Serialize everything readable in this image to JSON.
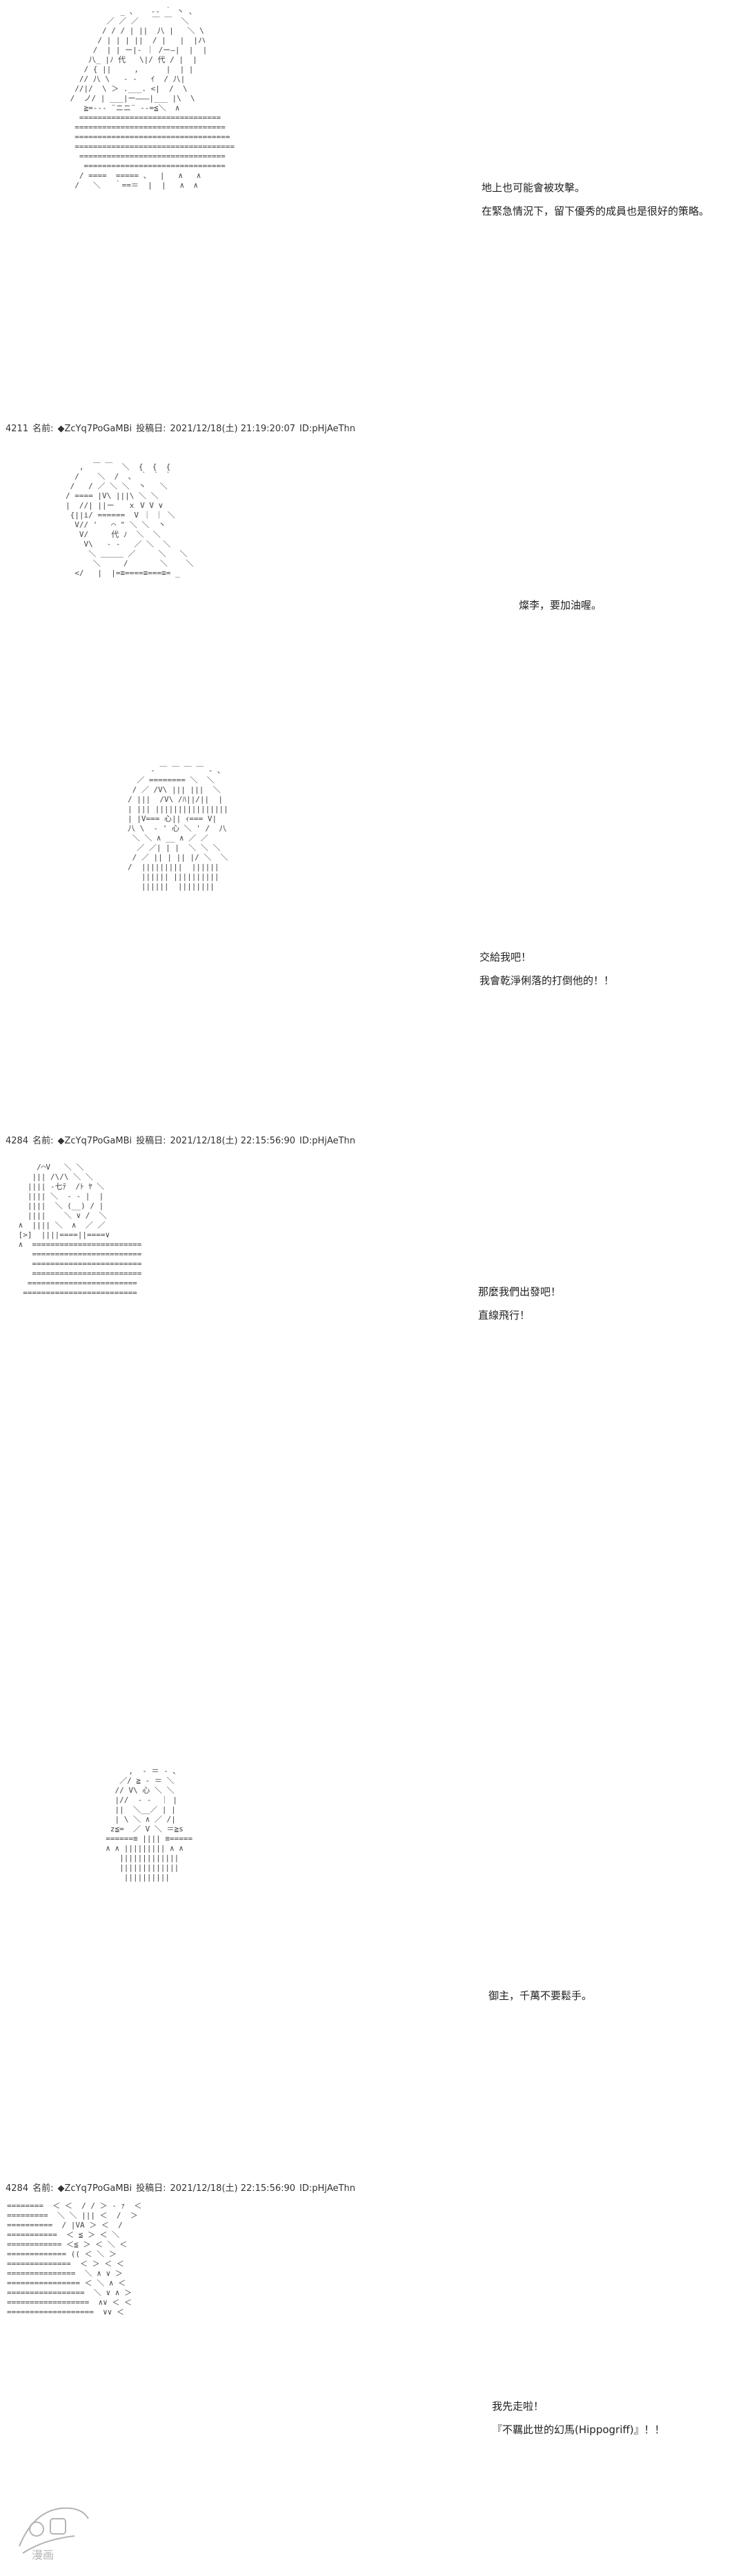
{
  "panels": [
    {
      "id": "p1",
      "dialogue": [
        "地上也可能會被攻擊。",
        "在緊急情況下，留下優秀的成員也是很好的策略。"
      ],
      "art": [
        "            _ 、   -‐ ｀ 丶 、",
        "         ／ ／ ／   ￣ ￣  ＼",
        "        / / / | ||  八 |   ＼ \\",
        "       / | | | ||  / |   |  |ハ",
        "      /  | | ー|‐ ｜ /ー―|  |  |",
        "     八_ |ﾉ 代   \\|/ 代 / |  |",
        "    / { ||     ,      |  | |",
        "   // 八 \\   ‐ ‐   ｲ  / 八|",
        "  //|/  \\ ＞ .___. <|  /  \\",
        " /  ノ/ | ___|ー―――|___ |\\  \\",
        "    ≧=-‐‐ ¨ニニ¨ ‐‐=≦＼  ∧",
        "   ===============================",
        "  =================================",
        "  ==================================",
        "  ===================================",
        "   ================================",
        "    ===============================",
        "   / ====  ===== 、  |   ∧   ∧",
        "  /   ＼   ｀==＝  |  |   ∧  ∧"
      ]
    },
    {
      "id": "p2",
      "header": {
        "num": "4211",
        "name_label": "名前:",
        "trip": "◆ZcYq7PoGaMBi",
        "date_label": "投稿日:",
        "date": "2021/12/18(土) 21:19:20:07",
        "id": "ID:pHjAeThn"
      },
      "dialogue": [
        "燦李，要加油喔。"
      ],
      "art": [
        "   ,  ￣ ￣  ＼  {  {  {",
        "  /    ＼  /  、 ｀ ｀ ｀",
        " /   / ／ ＼ ＼  丶   ＼",
        "/ ==== |V\\ |||\\ ＼ ＼",
        "|  //| ||ー   ｘ V V ∨",
        " {||i/ ======  V ｜ ｜ ＼",
        "  V// '   ⌒ \" ＼ ＼  丶",
        "   V/     代 ﾉ  ＼  ＼",
        "    V\\   ‐ ‐   ／ ＼  ＼",
        "     ＼ ＿＿＿ ／     ＼   ＼",
        "      ＼     /       ＼    ＼",
        "  </   |  |=≡====≡===≡= _"
      ]
    },
    {
      "id": "p3",
      "dialogue": [
        "交給我吧！",
        "我會乾淨俐落的打倒他的！！"
      ],
      "art": [
        "     ‐ ￣ ￣ ￣ ￣ ‐ ､",
        "  ／ ======== ＼  ＼",
        " / ／ /V\\ ||| |||  ＼",
        "/ |||  /V\\ /ﾊ||/||  |",
        "| ||| ||||||||||||||||",
        "| |V=== 心|| ｨ=== V|",
        "八 \\  ‐ ' 心 ＼ ' /  八",
        " ＼ ＼ ∧ __ ∧ ／ ／",
        "  ／ ／| | |  ＼ ＼ ＼",
        " / ／ || | || |/ ＼  ＼",
        "/  |||||||||  ||||||",
        "   |||||| ||||||||||",
        "   ||||||  ||||||||"
      ]
    },
    {
      "id": "p4",
      "header": {
        "num": "4284",
        "name_label": "名前:",
        "trip": "◆ZcYq7PoGaMBi",
        "date_label": "投稿日:",
        "date": "2021/12/18(土) 22:15:56:90",
        "id": "ID:pHjAeThn"
      },
      "dialogue": [
        "那麼我們出發吧！",
        "直線飛行！"
      ],
      "art": [
        "     /⌒V   ＼ ＼",
        "    ||| /\\/\\ ＼ ＼",
        "   |||| ‐七ﾃ  /ﾄ ﾔ ＼",
        "   |||| ＼  ‐ ‐ |  |",
        "   ||||  ＼ (__) / |",
        "   ||||    ＼ ∨ /  ＼",
        " ∧  |||| ＼  ∧  ／ ／",
        " [>]  ||||====||====∨",
        " ∧  ========================",
        "    ========================",
        "    ========================",
        "    ========================",
        "   ========================",
        "  ========================="
      ]
    },
    {
      "id": "p5",
      "dialogue": [
        "御主，千萬不要鬆手。"
      ],
      "art": [
        "       ,  ‐ ＝ ‐ ､",
        "     ／/ ≧ ‐ ＝ ＼",
        "    // V\\ 心 ＼ ＼",
        "    |//  ‐ ‐  ｜ |",
        "    ||  ＼__／ | |",
        "    | \\ ＼ ∧ ／ /|",
        "   z≦=  ／ V ＼ ＝≧s",
        "  ======≡ |||| ≡=====",
        "  ∧ ∧ ||||||||| ∧ ∧",
        "     |||||||||||||",
        "     |||||||||||||",
        "      ||||||||||"
      ]
    },
    {
      "id": "p6",
      "header": {
        "num": "4284",
        "name_label": "名前:",
        "trip": "◆ZcYq7PoGaMBi",
        "date_label": "投稿日:",
        "date": "2021/12/18(土) 22:15:56:90",
        "id": "ID:pHjAeThn"
      },
      "dialogue": [
        "我先走啦！",
        "『不羈此世的幻馬(Hippogriff)』！！"
      ],
      "art": [
        "========  ＜ ＜  / / ＞ ‐ ｧ  ＜",
        "=========  ＼ ＼ ||| ＜  /  ＞",
        "==========  / |VA ＞ ＜  /",
        "===========  ＜ ≦ ＞ ＜ ＼",
        "============ ＜≦ ＞ ＜ ＼ ＜",
        "============= (( ＜ ＼ ＞",
        "==============  ＜ ＞ ＜ ＜",
        "===============  ＼ ∧ ∨ ＞",
        "================ ＜ ＼ ∧ ＜",
        "=================  ＼ ∨ ∧ ＞",
        "==================  ∧∨ ＜ ＜",
        "===================  ∨∨ ＜"
      ]
    }
  ],
  "watermark": {
    "text": "漫画"
  }
}
